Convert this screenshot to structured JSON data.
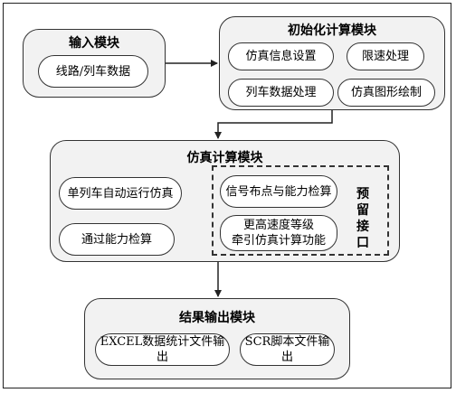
{
  "modules": {
    "input": {
      "title": "输入模块",
      "items": [
        "线路/列车数据"
      ]
    },
    "init": {
      "title": "初始化计算模块",
      "items": [
        "仿真信息设置",
        "限速处理",
        "列车数据处理",
        "仿真图形绘制"
      ]
    },
    "sim": {
      "title": "仿真计算模块",
      "items": [
        "单列车自动运行仿真",
        "通过能力检算"
      ],
      "reserved_items": [
        "信号布点与能力检算",
        "更高速度等级\n牵引仿真计算功能"
      ],
      "reserved_label": "预留接口"
    },
    "output": {
      "title": "结果输出模块",
      "items": [
        "EXCEL数据统计文件输出",
        "SCR脚本文件输出"
      ]
    }
  }
}
